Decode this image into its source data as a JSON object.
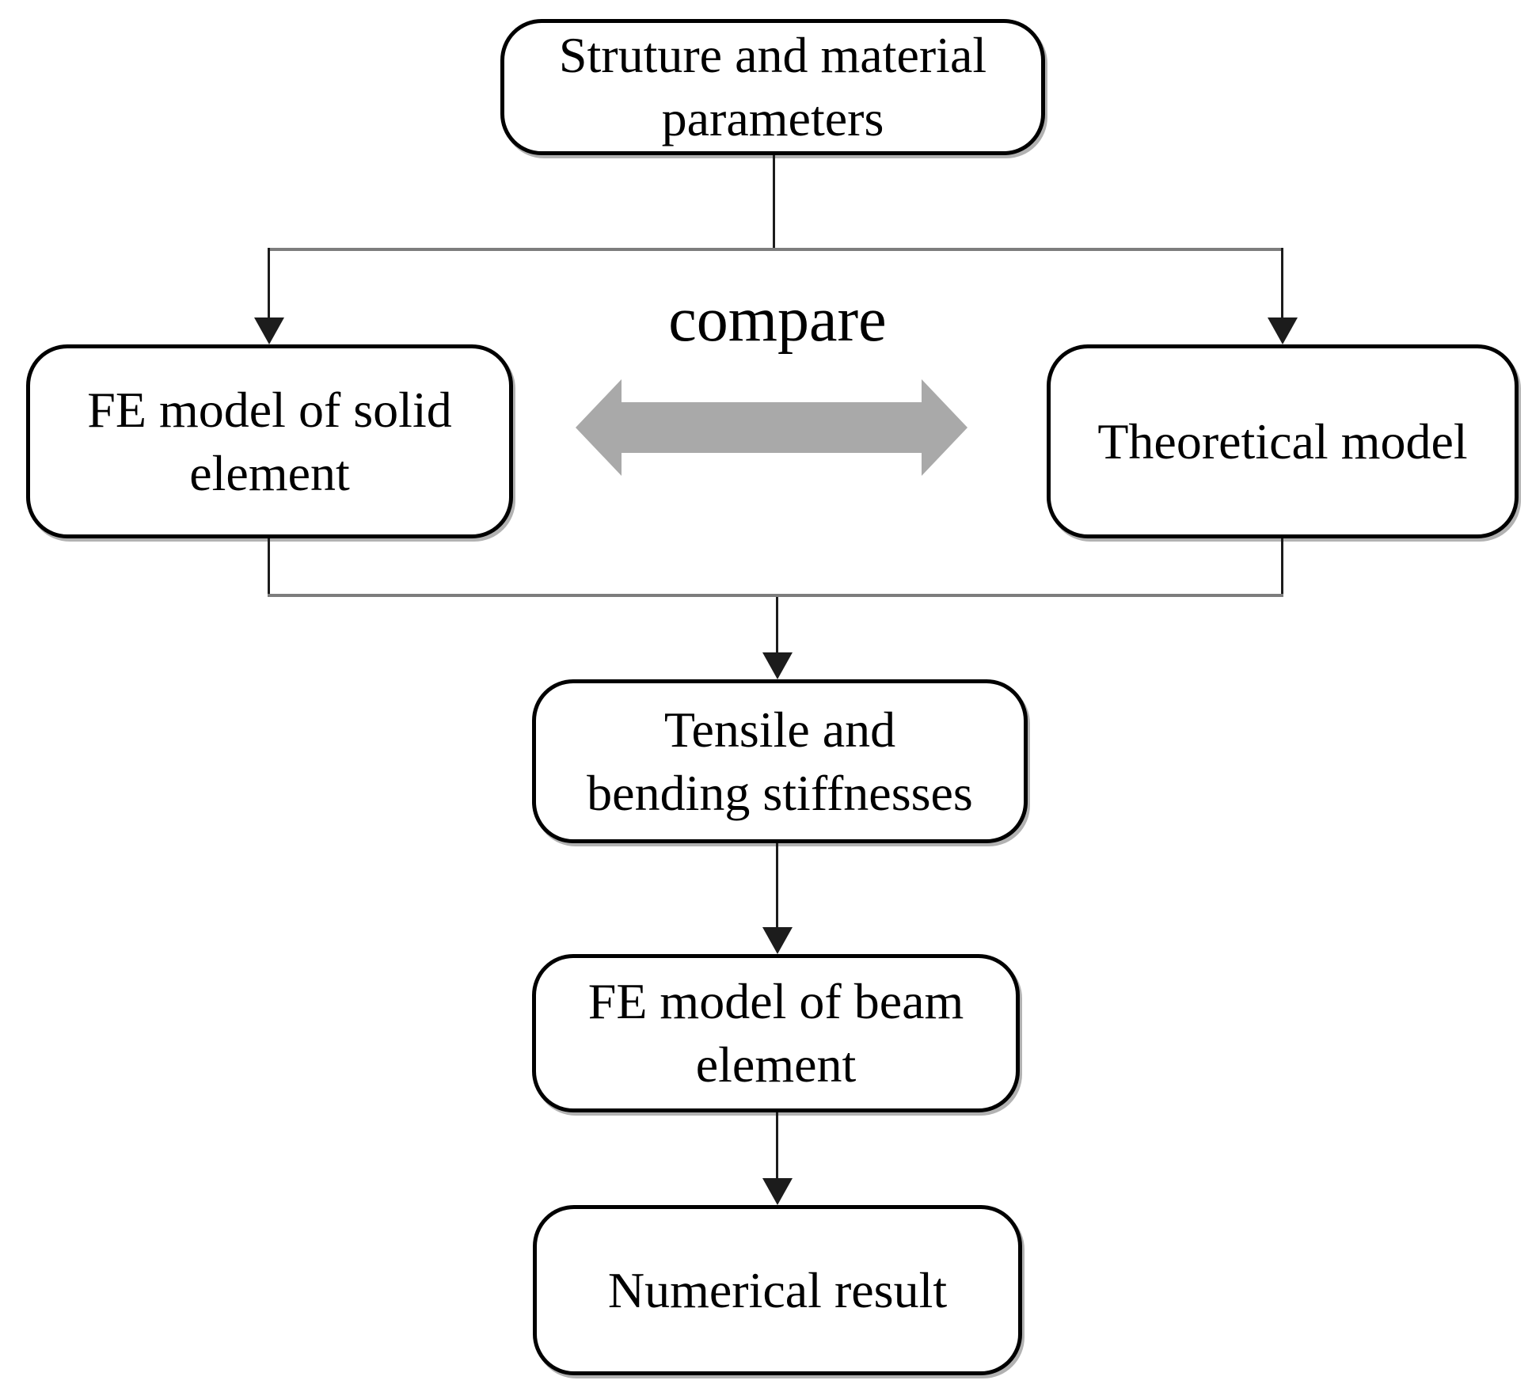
{
  "figure": {
    "type": "flowchart",
    "background": "#ffffff",
    "labels": {
      "compare": "compare"
    },
    "nodes": {
      "structure_params": {
        "line1": "Struture and material",
        "line2": "parameters"
      },
      "fe_solid": {
        "line1": "FE model of solid",
        "line2": "element"
      },
      "theoretical": {
        "line1": "Theoretical model"
      },
      "stiffnesses": {
        "line1": "Tensile and",
        "line2": "bending stiffnesses"
      },
      "fe_beam": {
        "line1": "FE model of beam",
        "line2": "element"
      },
      "numerical": {
        "line1": "Numerical result"
      }
    },
    "colors": {
      "text": "#000000",
      "box_border": "#000000",
      "box_fill": "#ffffff",
      "connector": "#1c1c1c",
      "branch_line": "#7d7d7d",
      "double_arrow": "#a9a9a9",
      "shadow": "rgba(0,0,0,0.3)"
    }
  }
}
